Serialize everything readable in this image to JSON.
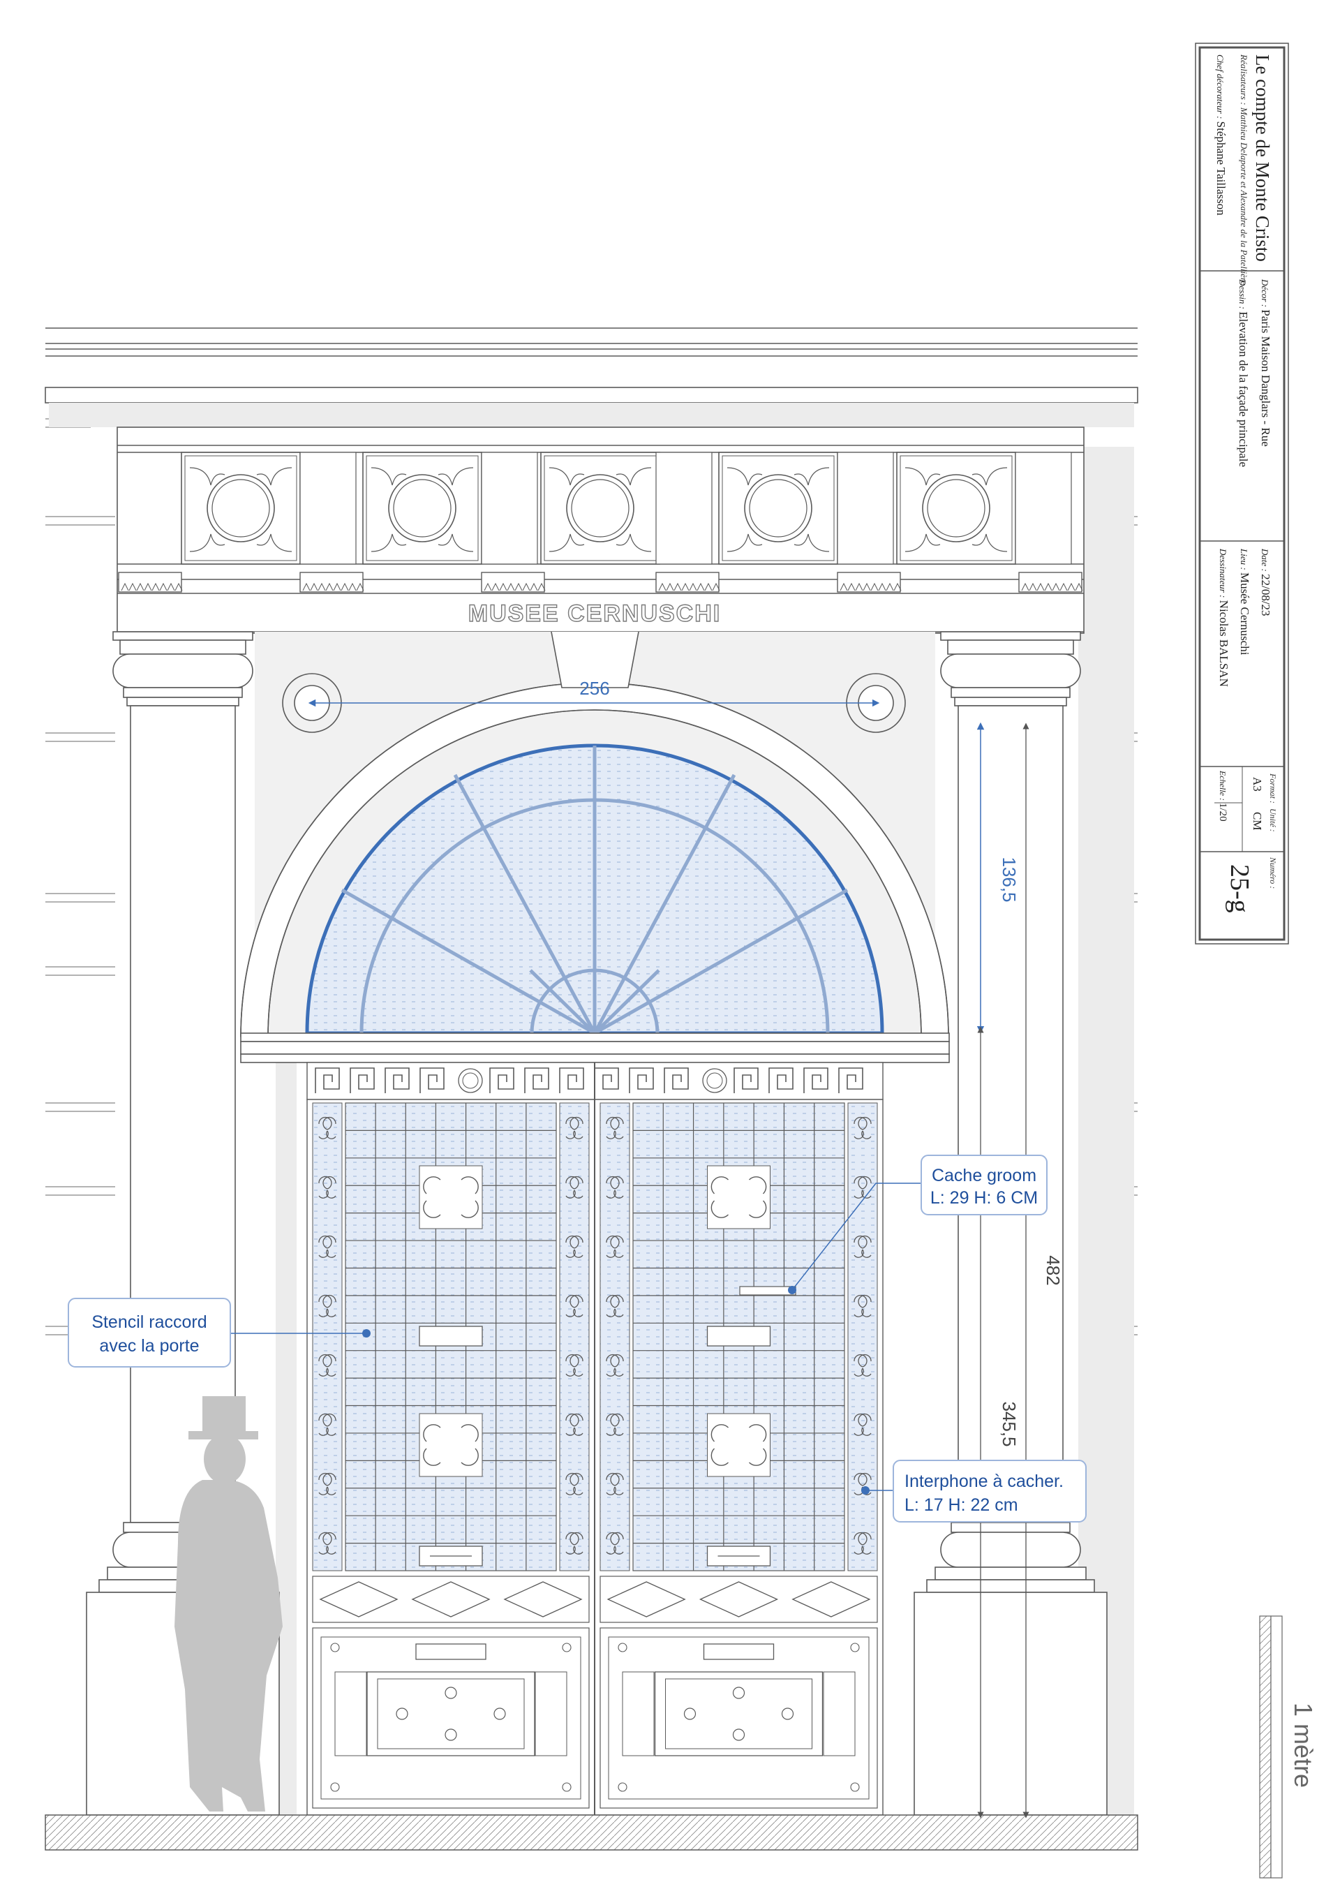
{
  "cartouche": {
    "title": "Le compte de Monte Cristo",
    "realisateurs_label": "Réalisateurs : ",
    "realisateurs": "Matthieu Delaporte et Alexandre de la Patellière",
    "chef_decorateur_label": "Chef décorateur : ",
    "chef_decorateur": "Stéphane Taillasson",
    "decor_label": "Décor : ",
    "decor": "Paris Maison Danglars - Rue",
    "dessin_label": "Dessin : ",
    "dessin": "Elevation de la façade principale",
    "date_label": "Date : ",
    "date": "22/08/23",
    "lieu_label": "Lieu : ",
    "lieu": "Musée Cernuschi",
    "dessinateur_label": "Dessinateur : ",
    "dessinateur": "Nicolas BALSAN",
    "format_label": "Format :",
    "format": "A3",
    "unite_label": "Unité :",
    "unite": "CM",
    "numero_label": "Numéro :",
    "numero": "25-g",
    "echelle_label": "Echelle : ",
    "echelle": "1/20"
  },
  "facade": {
    "inscription": "MUSEE CERNUSCHI"
  },
  "dimensions": {
    "width_arch": "256",
    "height_fanlight": "136,5",
    "height_total": "482",
    "height_door": "345,5"
  },
  "annotations": {
    "stencil_line1": "Stencil raccord",
    "stencil_line2": "avec la porte",
    "cache_line1": "Cache groom",
    "cache_line2": "L: 29 H: 6 CM",
    "interphone_line1": "Interphone à cacher.",
    "interphone_line2": "L: 17 H: 22 cm"
  },
  "scale_bar": {
    "label": "1 mètre"
  },
  "colors": {
    "line": "#5a5a5a",
    "blue": "#3c6fb8",
    "glass": "#dfe8f5",
    "silhouette": "#c4c4c4",
    "shadow": "#ececec"
  }
}
